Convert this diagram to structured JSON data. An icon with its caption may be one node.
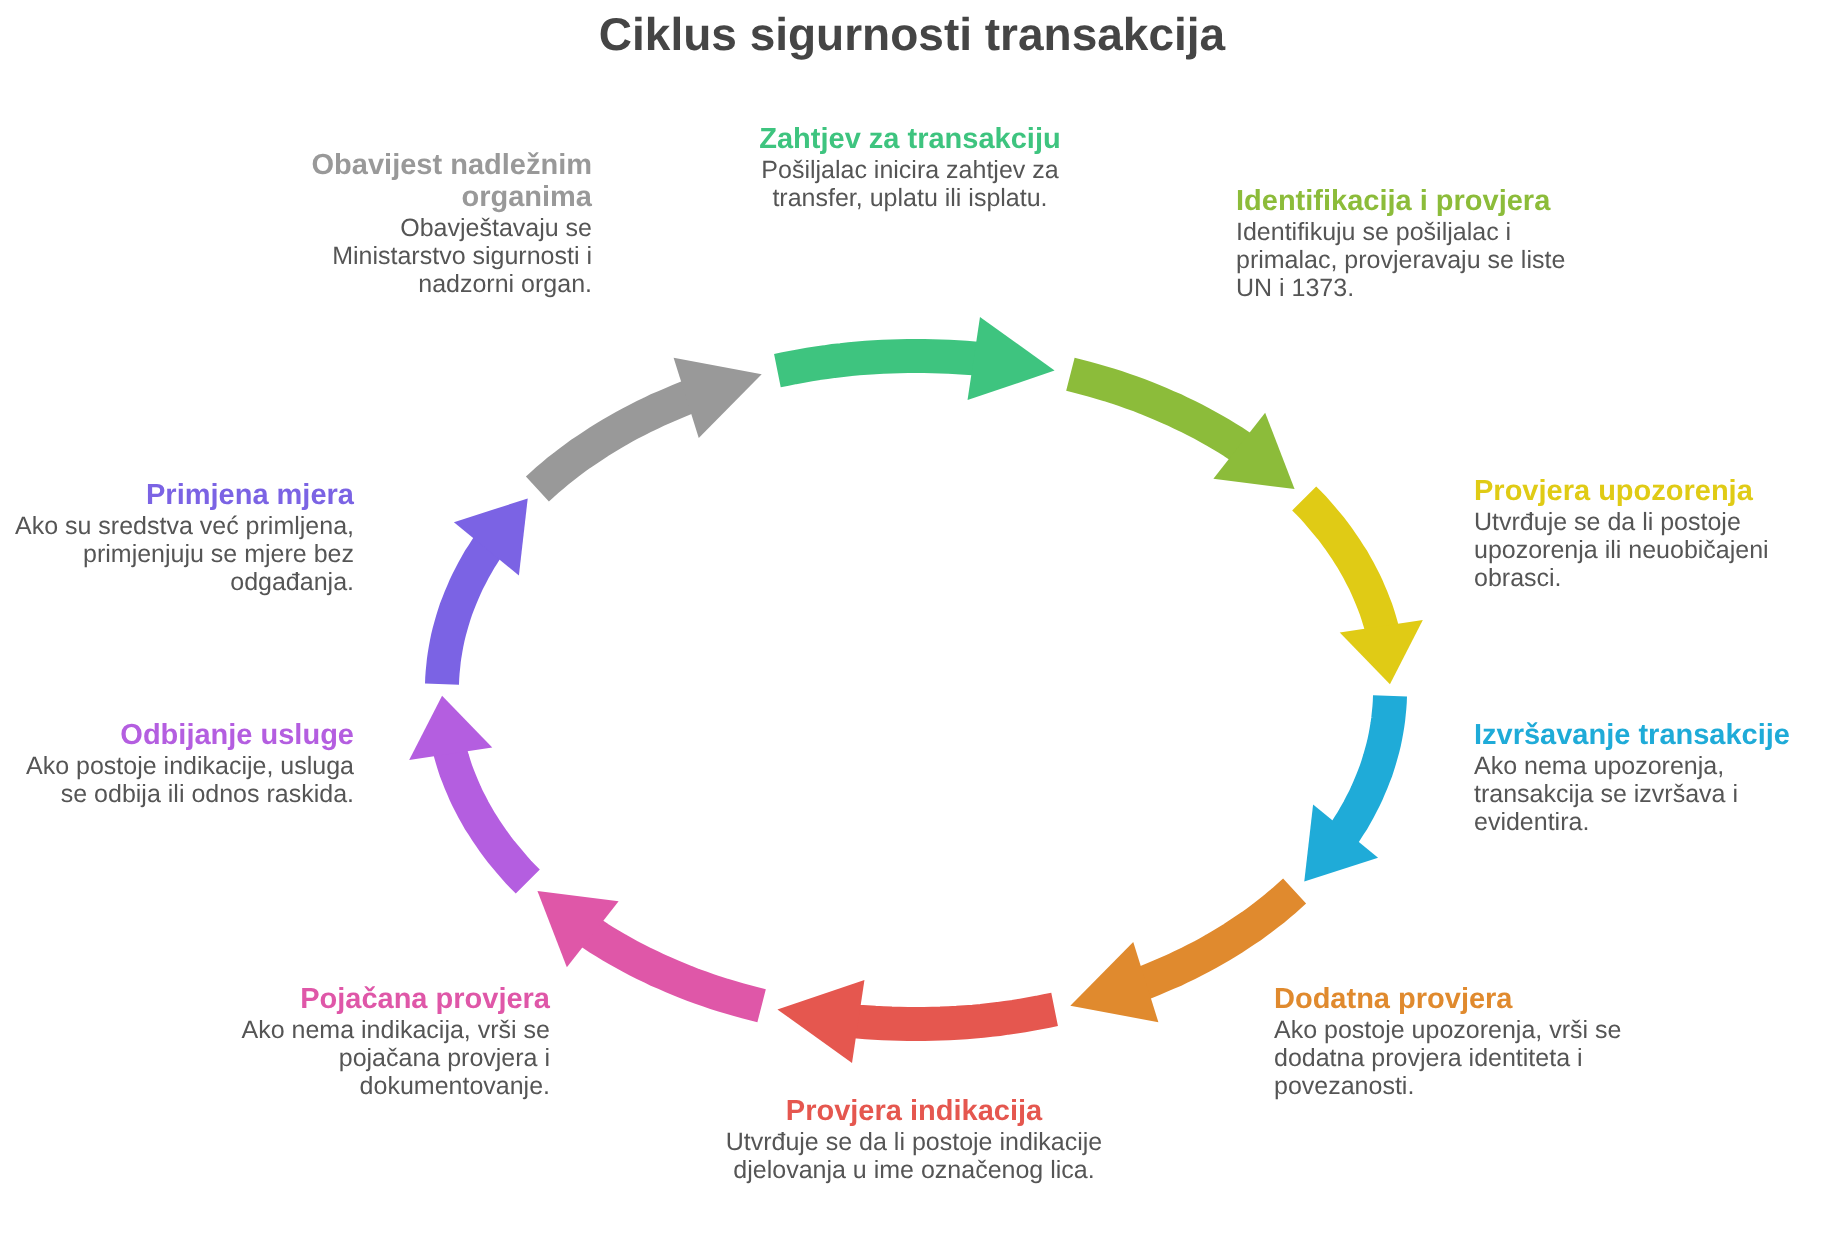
{
  "diagram": {
    "title": "Ciklus sigurnosti transakcija",
    "nodes": [
      {
        "text": [
          "Zahtjev za transakciju",
          "Pošiljalac inicira zahtjev za transfer, uplatu ili isplatu."
        ]
      },
      {
        "text": [
          "Identifikacija i provjera",
          "Identifikuju se pošiljalac i primalac, provjeravaju se liste UN i 1373."
        ]
      },
      {
        "text": [
          "Provjera upozorenja",
          "Utvrđuje se da li postoje upozorenja ili neuobičajeni obrasci."
        ]
      },
      {
        "text": [
          "Izvršavanje transakcije",
          "Ako nema upozorenja, transakcija se izvršava i evidentira."
        ]
      },
      {
        "text": [
          "Dodatna provjera",
          "Ako postoje upozorenja, vrši se dodatna provjera identiteta i povezanosti."
        ]
      },
      {
        "text": [
          "Provjera indikacija",
          "Utvrđuje se da li postoje indikacije djelovanja u ime označenog lica."
        ]
      },
      {
        "text": [
          "Pojačana provjera",
          "Ako nema indikacija, vrši se pojačana provjera i dokumentovanje."
        ]
      },
      {
        "text": [
          "Odbijanje usluge",
          "Ako postoje indikacije, usluga se odbija ili odnos raskida."
        ]
      },
      {
        "text": [
          "Primjena mjera",
          "Ako su sredstva već primljena, primjenjuju se mjere bez odgađanja."
        ]
      },
      {
        "text": [
          "Obavijest nadležnim organima",
          "Obavještavaju se Ministarstvo sigurnosti i nadzorni organ."
        ]
      }
    ]
  }
}
